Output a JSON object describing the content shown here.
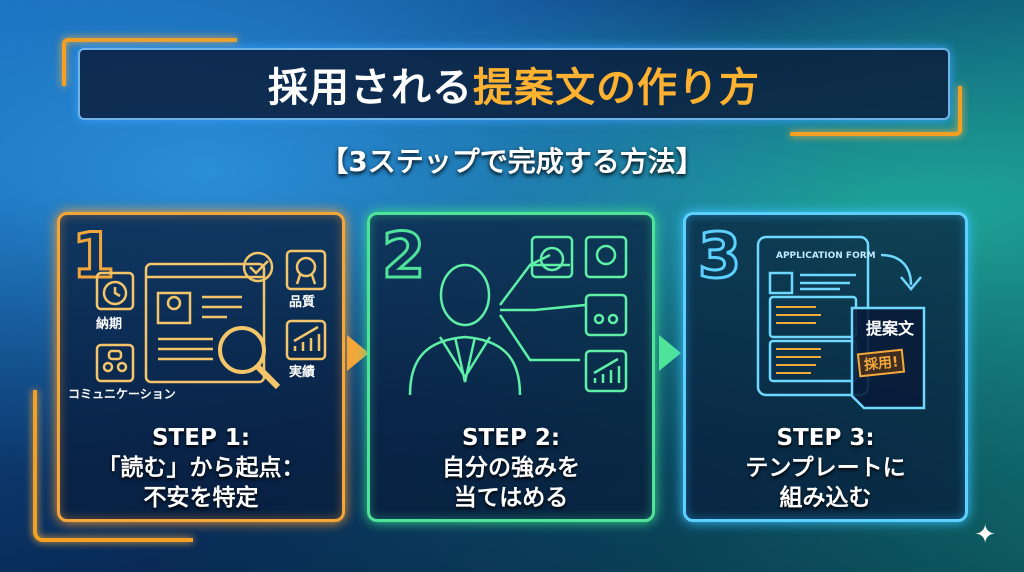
{
  "header": {
    "title_part1": "採用される",
    "title_part2": "提案文の作り方",
    "subtitle": "【3ステップで完成する方法】"
  },
  "colors": {
    "step1": "#f5a63a",
    "step2": "#4fe39a",
    "step3": "#5cd1ff",
    "highlight": "#ffb230"
  },
  "steps": [
    {
      "number": "1",
      "line1": "STEP 1:",
      "line2": "「読む」から起点：",
      "line3": "不安を特定",
      "labels": {
        "deadline": "納期",
        "quality": "品質",
        "communication": "コミュニケーション",
        "track_record": "実績"
      }
    },
    {
      "number": "2",
      "line1": "STEP 2:",
      "line2": "自分の強みを",
      "line3": "当てはめる"
    },
    {
      "number": "3",
      "line1": "STEP 3:",
      "line2": "テンプレートに",
      "line3": "組み込む",
      "form_title": "APPLICATION FORM",
      "doc_title": "提案文",
      "stamp": "採用!"
    }
  ],
  "icons": [
    "clock-icon",
    "award-icon",
    "people-chat-icon",
    "growth-chart-icon",
    "profile-document-icon",
    "magnifier-icon",
    "checkmark-icon",
    "businessman-icon",
    "tablet-form-icon",
    "curved-arrow-icon",
    "sparkle-icon"
  ]
}
